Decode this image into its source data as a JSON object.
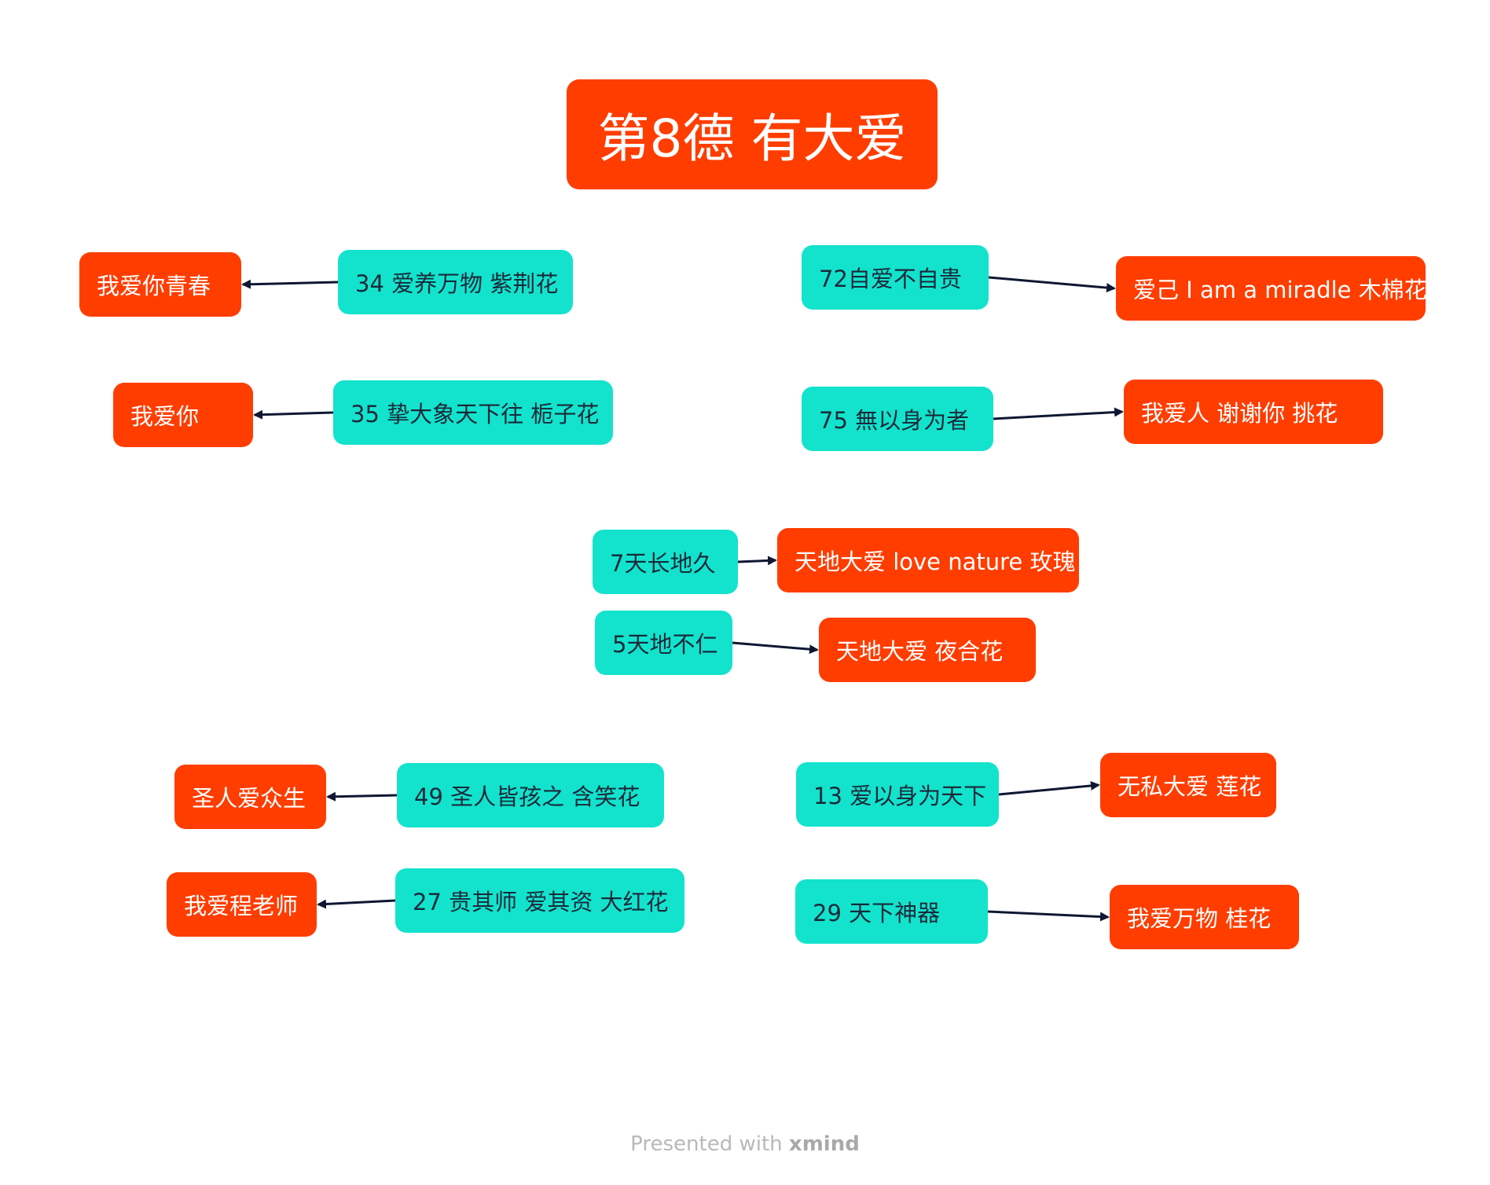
{
  "root": {
    "label": "第8德 有大爱"
  },
  "topics": [
    {
      "id": "t34",
      "label": "34 爱养万物 紫荆花"
    },
    {
      "id": "t35",
      "label": "35 挚大象天下往 栀子花"
    },
    {
      "id": "t72",
      "label": "72自爱不自贵"
    },
    {
      "id": "t75",
      "label": "75 無以身为者"
    },
    {
      "id": "t7",
      "label": "7天长地久"
    },
    {
      "id": "t5",
      "label": "5天地不仁"
    },
    {
      "id": "t49",
      "label": "49 圣人皆孩之 含笑花"
    },
    {
      "id": "t27",
      "label": "27 贵其师 爱其资 大红花"
    },
    {
      "id": "t13",
      "label": "13 爱以身为天下"
    },
    {
      "id": "t29",
      "label": "29 天下神器"
    }
  ],
  "results": [
    {
      "id": "r34",
      "label": "我爱你青春"
    },
    {
      "id": "r35",
      "label": "我爱你"
    },
    {
      "id": "r72",
      "label": "爱己 I am a miradle 木棉花"
    },
    {
      "id": "r75",
      "label": "我爱人 谢谢你 挑花"
    },
    {
      "id": "r7",
      "label": "天地大爱 love nature 玫瑰"
    },
    {
      "id": "r5",
      "label": "天地大爱 夜合花"
    },
    {
      "id": "r49",
      "label": "圣人爱众生"
    },
    {
      "id": "r27",
      "label": "我爱程老师"
    },
    {
      "id": "r13",
      "label": "无私大爱 莲花"
    },
    {
      "id": "r29",
      "label": "我爱万物 桂花"
    }
  ],
  "links": [
    {
      "from": "t34",
      "to": "r34"
    },
    {
      "from": "t35",
      "to": "r35"
    },
    {
      "from": "t72",
      "to": "r72"
    },
    {
      "from": "t75",
      "to": "r75"
    },
    {
      "from": "t7",
      "to": "r7"
    },
    {
      "from": "t5",
      "to": "r5"
    },
    {
      "from": "t49",
      "to": "r49"
    },
    {
      "from": "t27",
      "to": "r27"
    },
    {
      "from": "t13",
      "to": "r13"
    },
    {
      "from": "t29",
      "to": "r29"
    }
  ],
  "colors": {
    "topic_fill": "#13E3CD",
    "result_fill": "#FF3D00",
    "arrow": "#0f1733"
  },
  "footer": {
    "prefix": "Presented with ",
    "brand": "xmind"
  }
}
